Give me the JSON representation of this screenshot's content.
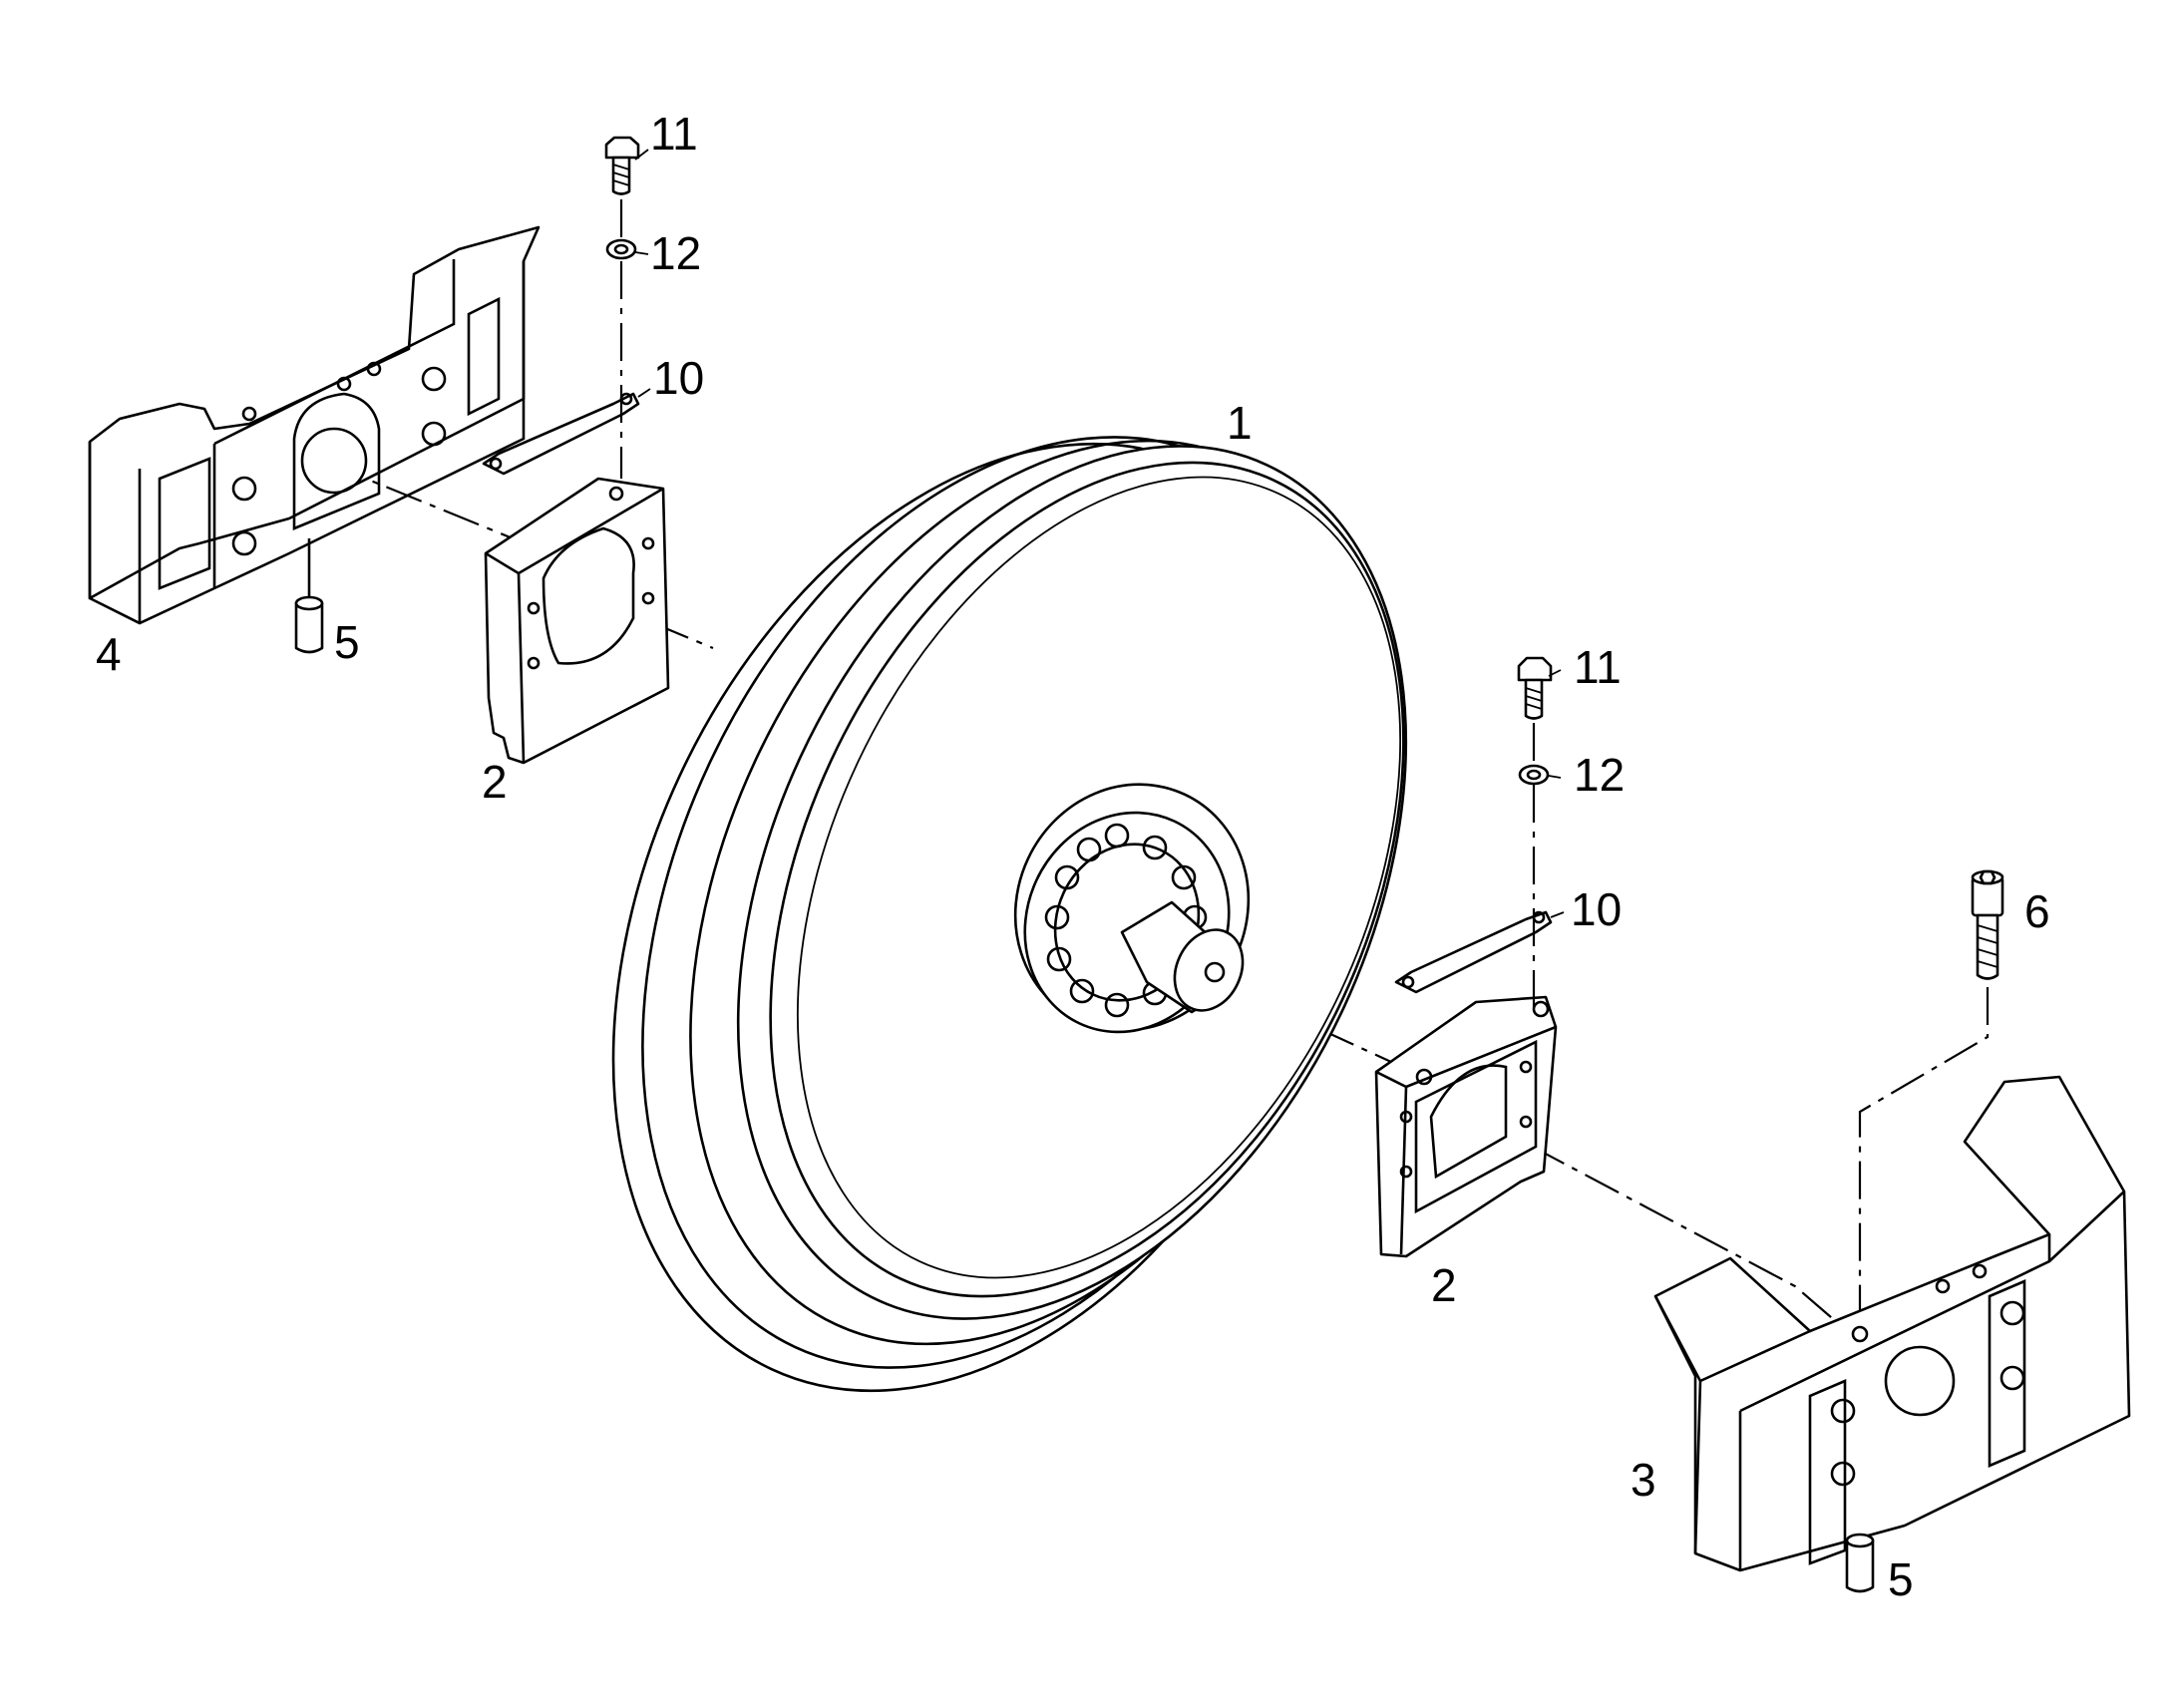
{
  "diagram": {
    "colors": {
      "ink": "#000000",
      "paper": "#ffffff"
    },
    "callouts": {
      "idler_wheel": "1",
      "bracket_left": "2",
      "bracket_right": "2",
      "mount_block_right": "3",
      "mount_block_left": "4",
      "pin_left": "5",
      "pin_right": "5",
      "socket_screw": "6",
      "lock_plate_upper": "10",
      "lock_plate_lower": "10",
      "bolt_upper": "11",
      "bolt_lower": "11",
      "washer_upper": "12",
      "washer_lower": "12"
    }
  }
}
